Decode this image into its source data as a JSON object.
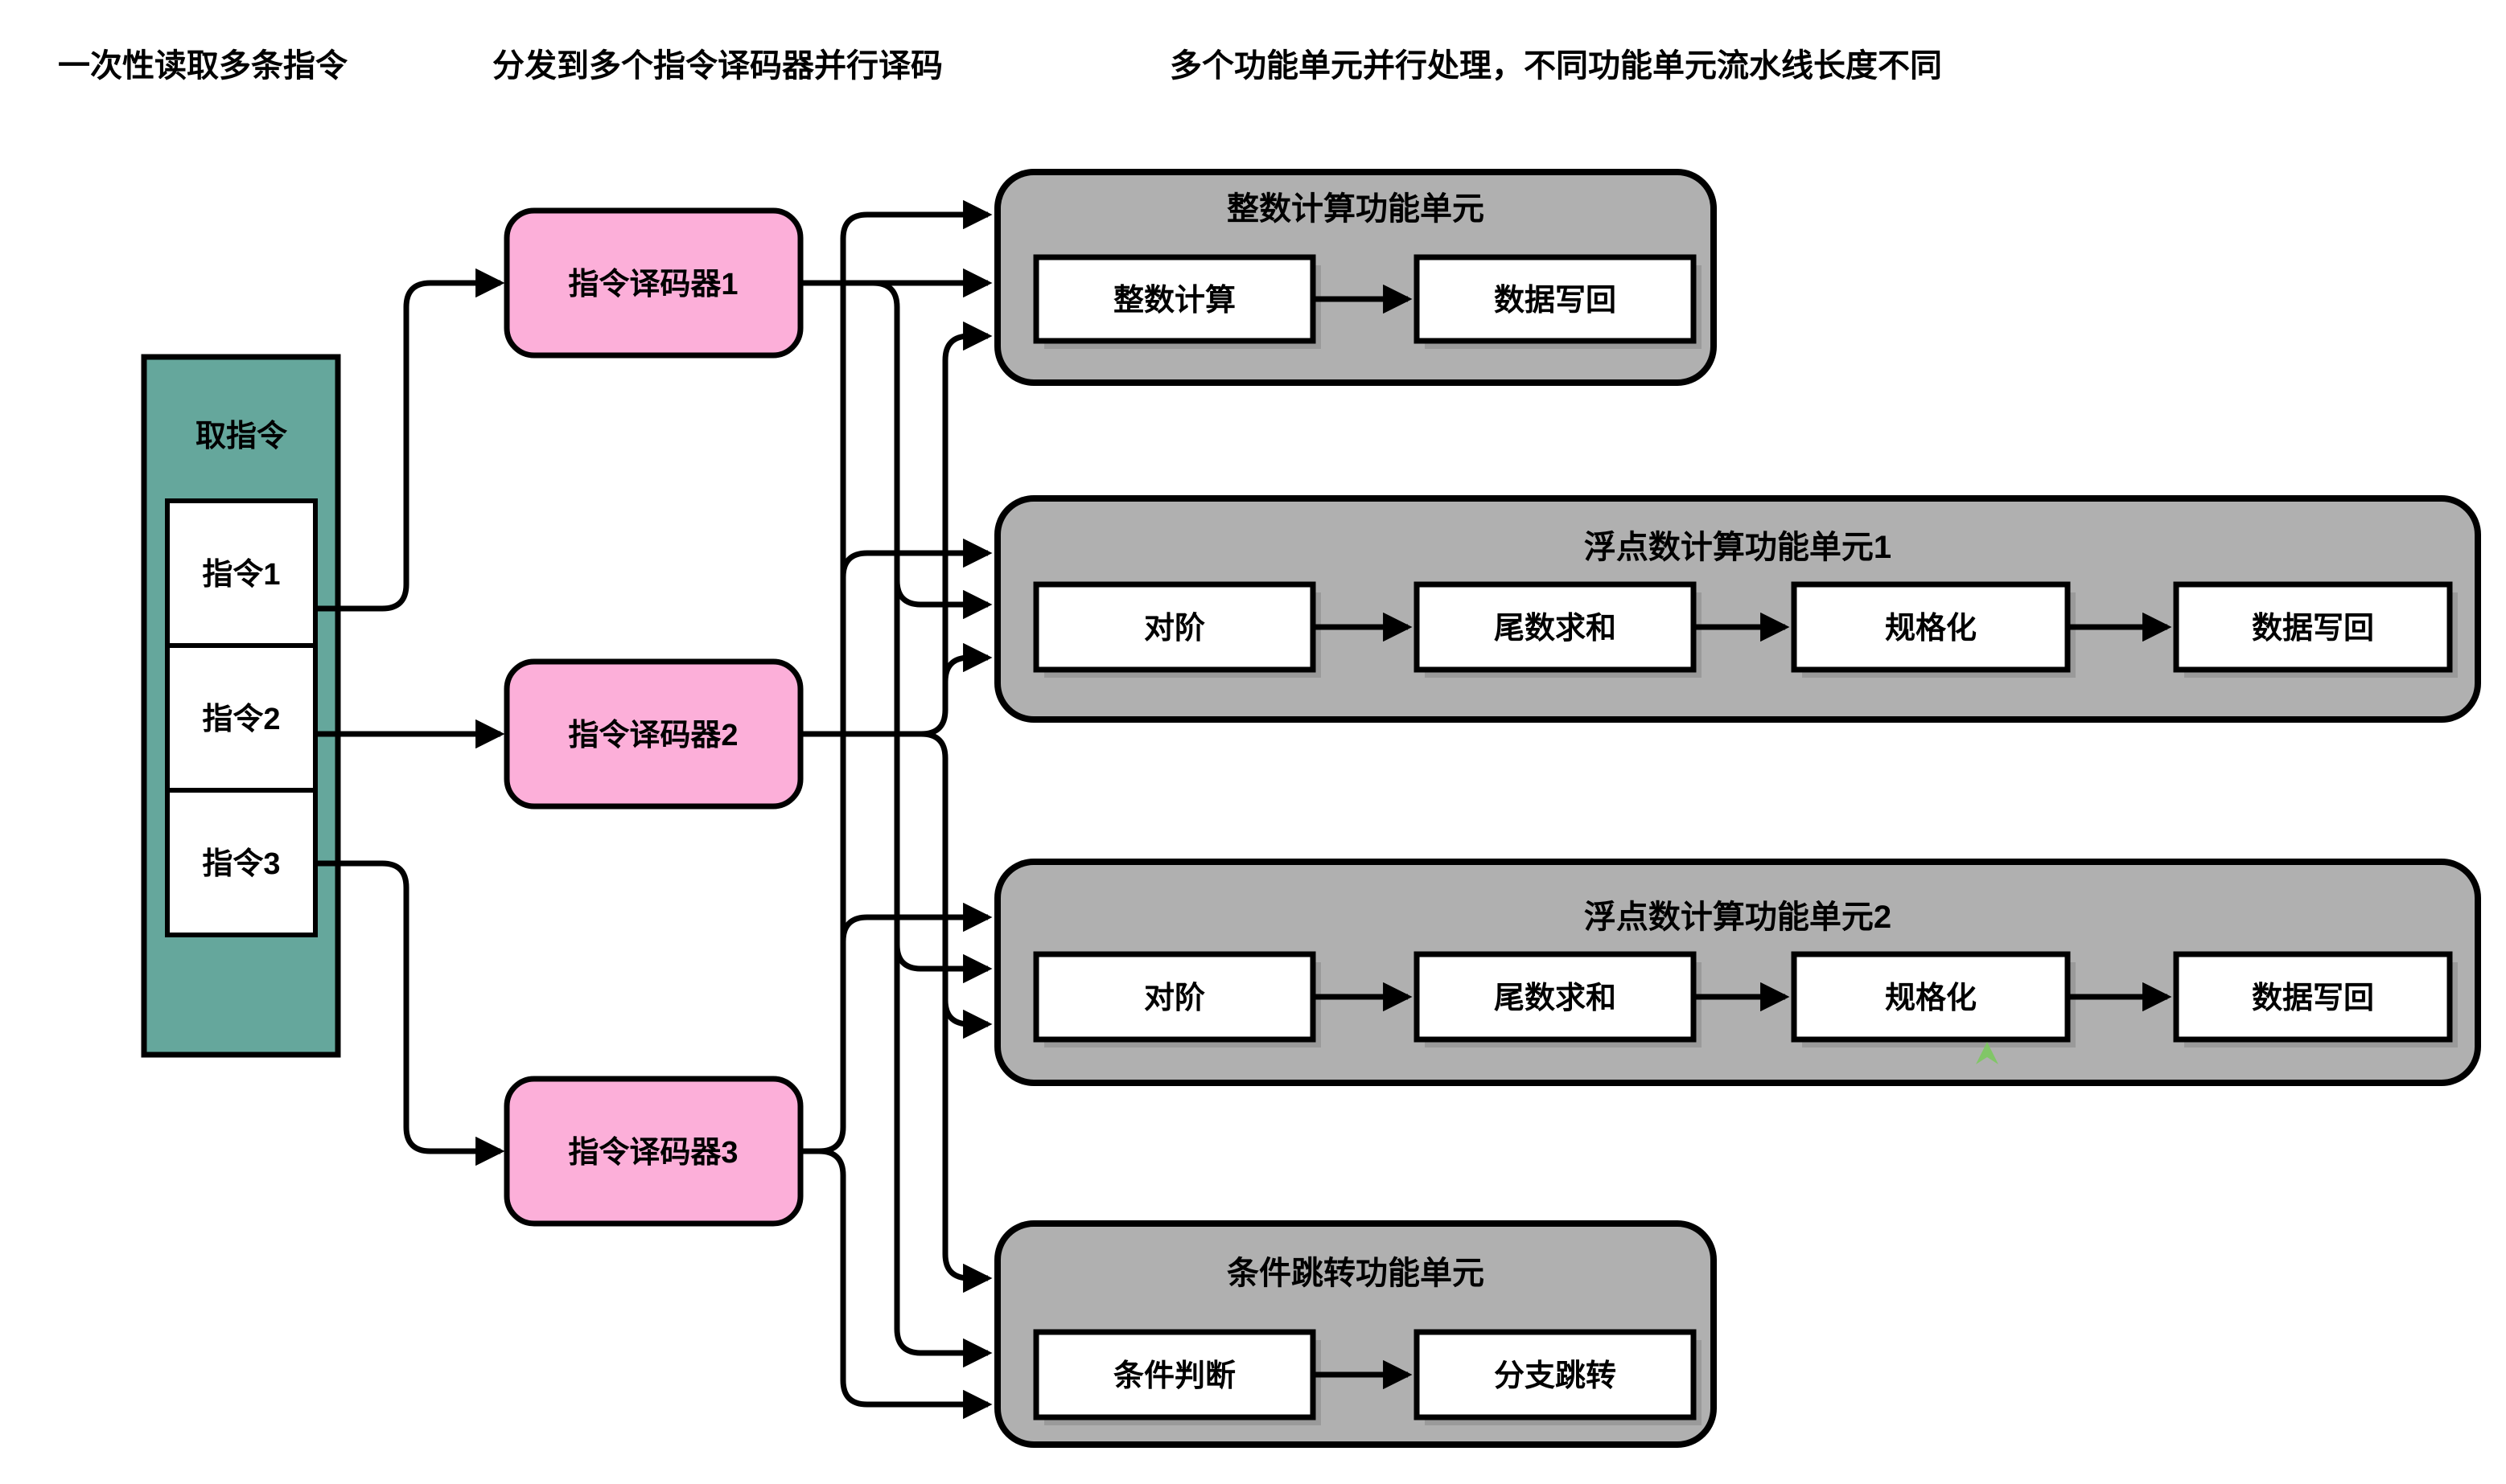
{
  "annotations": {
    "fetch_note": "一次性读取多条指令",
    "decode_note": "分发到多个指令译码器并行译码",
    "execute_note": "多个功能单元并行处理，不同功能单元流水线长度不同"
  },
  "fetch_unit": {
    "title": "取指令",
    "instructions": [
      "指令1",
      "指令2",
      "指令3"
    ]
  },
  "decoders": [
    "指令译码器1",
    "指令译码器2",
    "指令译码器3"
  ],
  "functional_units": [
    {
      "title": "整数计算功能单元",
      "stages": [
        "整数计算",
        "数据写回"
      ]
    },
    {
      "title": "浮点数计算功能单元1",
      "stages": [
        "对阶",
        "尾数求和",
        "规格化",
        "数据写回"
      ]
    },
    {
      "title": "浮点数计算功能单元2",
      "stages": [
        "对阶",
        "尾数求和",
        "规格化",
        "数据写回"
      ]
    },
    {
      "title": "条件跳转功能单元",
      "stages": [
        "条件判断",
        "分支跳转"
      ]
    }
  ],
  "colors": {
    "fetch_fill": "#65A79C",
    "decoder_fill": "#FCAFD9",
    "unit_fill": "#B0B0B0",
    "stage_fill": "#FFFFFF",
    "wire": "#000000",
    "artifact_green": "#7CC95F"
  }
}
